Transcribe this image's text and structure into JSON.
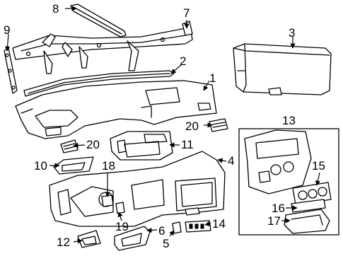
{
  "callouts": [
    {
      "id": "c1",
      "text": "1"
    },
    {
      "id": "c2",
      "text": "2"
    },
    {
      "id": "c3",
      "text": "3"
    },
    {
      "id": "c4",
      "text": "4"
    },
    {
      "id": "c5",
      "text": "5"
    },
    {
      "id": "c6",
      "text": "6"
    },
    {
      "id": "c7",
      "text": "7"
    },
    {
      "id": "c8",
      "text": "8"
    },
    {
      "id": "c9",
      "text": "9"
    },
    {
      "id": "c10",
      "text": "10"
    },
    {
      "id": "c11",
      "text": "11"
    },
    {
      "id": "c12",
      "text": "12"
    },
    {
      "id": "c13",
      "text": "13"
    },
    {
      "id": "c14",
      "text": "14"
    },
    {
      "id": "c15",
      "text": "15"
    },
    {
      "id": "c16",
      "text": "16"
    },
    {
      "id": "c17",
      "text": "17"
    },
    {
      "id": "c18",
      "text": "18"
    },
    {
      "id": "c19",
      "text": "19"
    },
    {
      "id": "c20a",
      "text": "20"
    },
    {
      "id": "c20b",
      "text": "20"
    }
  ]
}
